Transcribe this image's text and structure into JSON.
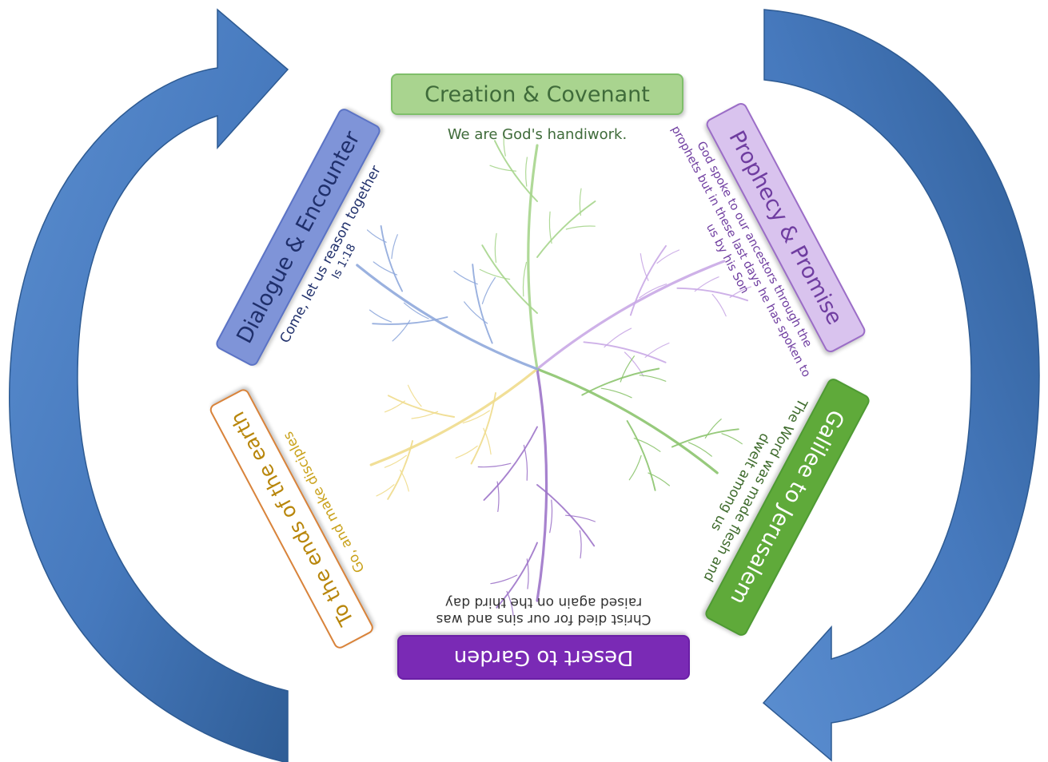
{
  "diagram": {
    "cycle_arrows": {
      "color_light": "#5b8ed0",
      "color_dark": "#2f5d96"
    },
    "sections": [
      {
        "id": "creation",
        "title": "Creation & Covenant",
        "caption": [
          "We are God's handiwork."
        ],
        "color": "#7fbf6a",
        "fill": "#a9d48f",
        "text_color": "#3f6b3a"
      },
      {
        "id": "prophecy",
        "title": "Prophecy & Promise",
        "caption": [
          "God spoke to our ancestors through the",
          "prophets but in these last days he has spoken to",
          "us by his Son"
        ],
        "color": "#9b6dc7",
        "fill": "#d9c3ee",
        "text_color": "#6f3da0"
      },
      {
        "id": "galilee",
        "title": "Galilee to Jerusalem",
        "caption": [
          "The Word was made flesh and",
          "dwelt among us"
        ],
        "color": "#4e9a33",
        "fill": "#5faa3a",
        "text_color": "#ffffff",
        "caption_color": "#3e6b2c"
      },
      {
        "id": "desert",
        "title": "Desert to Garden",
        "caption": [
          "Christ died for our sins and was",
          "raised again on the third day"
        ],
        "color": "#6a1fa6",
        "fill": "#7a2ab5",
        "text_color": "#ffffff",
        "caption_color": "#333333"
      },
      {
        "id": "ends",
        "title": "To the ends of the earth",
        "caption": [
          "Go, and make disciples"
        ],
        "color": "#d9833a",
        "fill": "#ffffff",
        "text_color": "#b8860b",
        "caption_color": "#c9a11a"
      },
      {
        "id": "dialogue",
        "title": "Dialogue & Encounter",
        "caption": [
          "Come, let us reason together",
          "Is 1:18"
        ],
        "color": "#5b73c5",
        "fill": "#7f94d8",
        "text_color": "#1f2f6b",
        "caption_color": "#1f2f6b"
      }
    ],
    "tree_branches": [
      {
        "section": "creation",
        "color": "#a6d58c"
      },
      {
        "section": "prophecy",
        "color": "#c9a9e6"
      },
      {
        "section": "galilee",
        "color": "#8cc46e"
      },
      {
        "section": "desert",
        "color": "#9d74c9"
      },
      {
        "section": "ends",
        "color": "#f0dc8c"
      },
      {
        "section": "dialogue",
        "color": "#8fa9dc"
      }
    ]
  }
}
